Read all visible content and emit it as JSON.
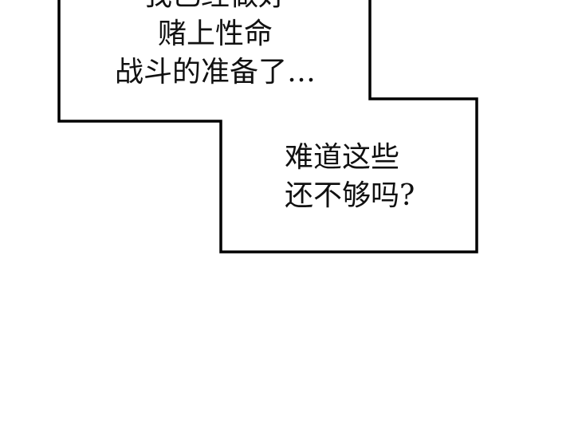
{
  "panel": {
    "border_color": "#000000",
    "background_color": "#ffffff",
    "caption_box_1": {
      "lines": [
        "我已经做好",
        "赌上性命",
        "战斗的准备了…"
      ]
    },
    "caption_box_2": {
      "lines": [
        "难道这些",
        "还不够吗?"
      ]
    }
  }
}
